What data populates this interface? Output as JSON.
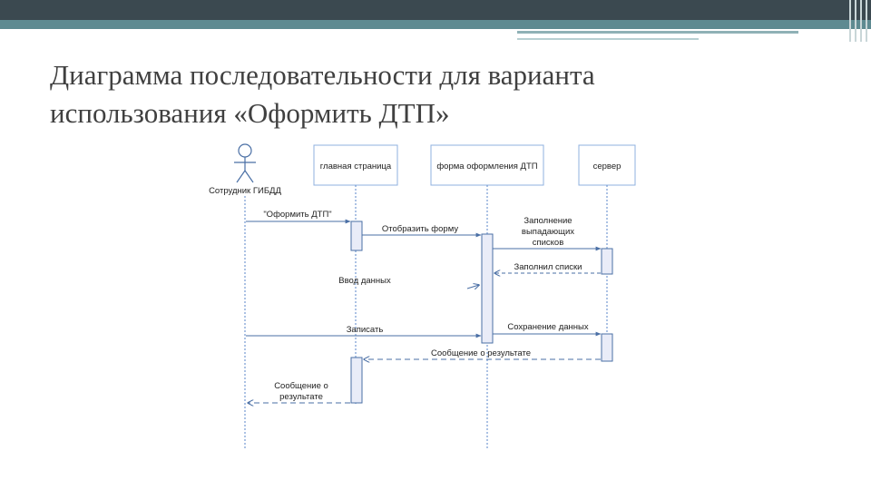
{
  "slide": {
    "title_line1": "Диаграмма последовательности для варианта",
    "title_line2": "использования «Оформить ДТП»"
  },
  "diagram": {
    "actor": "Сотрудник ГИБДД",
    "lifelines": [
      "главная страница",
      "форма оформления ДТП",
      "сервер"
    ],
    "messages": {
      "m1": "\"Оформить ДТП\"",
      "m2": "Отобразить форму",
      "m3_line1": "Заполнение",
      "m3_line2": "выпадающих",
      "m3_line3": "списков",
      "m4": "Заполнил списки",
      "m5": "Ввод данных",
      "m6": "Записать",
      "m7": "Сохранение данных",
      "m8": "Сообщение о результате",
      "m9_line1": "Сообщение о",
      "m9_line2": "результате"
    },
    "colors": {
      "line": "#4a6fa5",
      "activation": "#e9ecf8",
      "lifeline": "#5a86c8"
    }
  }
}
